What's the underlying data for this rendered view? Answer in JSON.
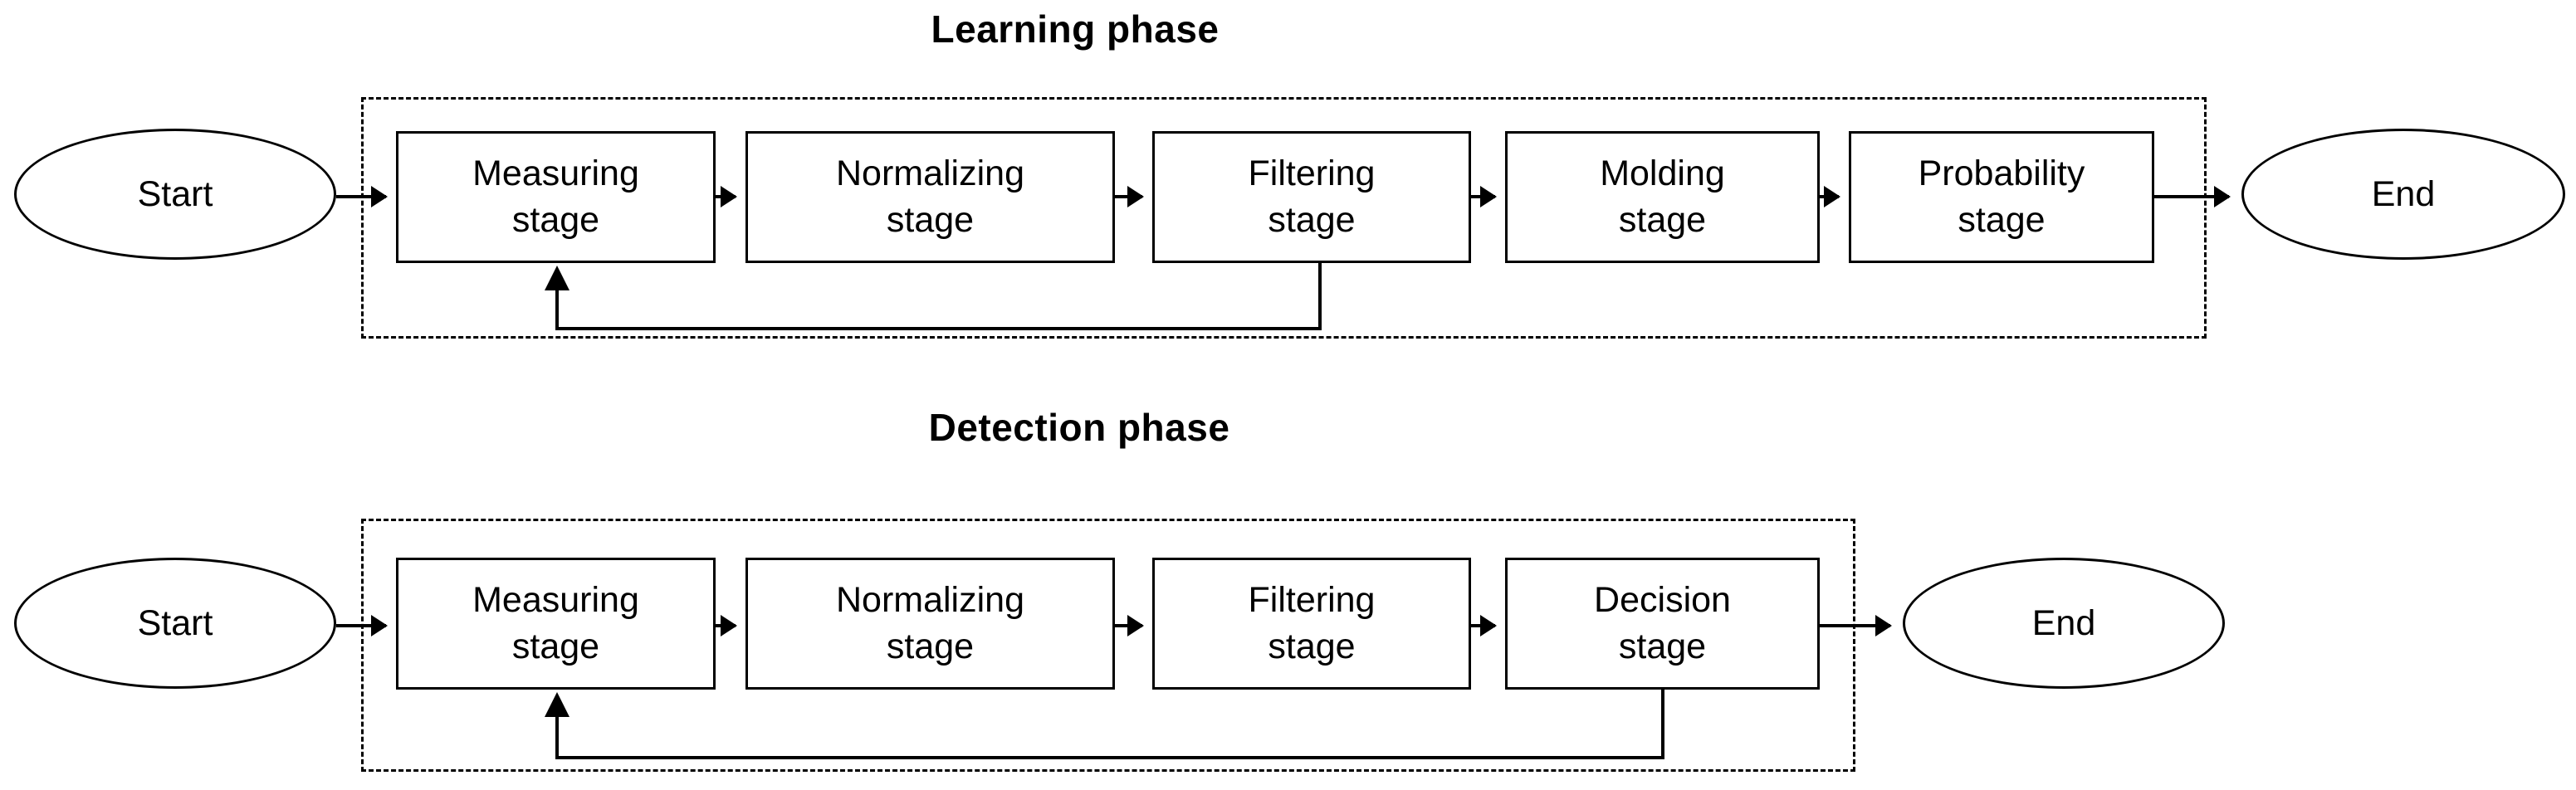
{
  "diagram": {
    "title_learning": "Learning phase",
    "title_detection": "Detection phase",
    "colors": {
      "line": "#000000",
      "background": "#ffffff",
      "text": "#000000"
    }
  },
  "learning_phase": {
    "title": "Learning phase",
    "start_label": "Start",
    "end_label": "End",
    "stages": [
      {
        "line1": "Measuring",
        "line2": "stage"
      },
      {
        "line1": "Normalizing",
        "line2": "stage"
      },
      {
        "line1": "Filtering",
        "line2": "stage"
      },
      {
        "line1": "Molding",
        "line2": "stage"
      },
      {
        "line1": "Probability",
        "line2": "stage"
      }
    ],
    "feedback": {
      "from_stage": "Filtering stage",
      "to_stage": "Measuring stage"
    }
  },
  "detection_phase": {
    "title": "Detection phase",
    "start_label": "Start",
    "end_label": "End",
    "stages": [
      {
        "line1": "Measuring",
        "line2": "stage"
      },
      {
        "line1": "Normalizing",
        "line2": "stage"
      },
      {
        "line1": "Filtering",
        "line2": "stage"
      },
      {
        "line1": "Decision",
        "line2": "stage"
      }
    ],
    "feedback": {
      "from_stage": "Decision stage",
      "to_stage": "Measuring stage"
    }
  }
}
